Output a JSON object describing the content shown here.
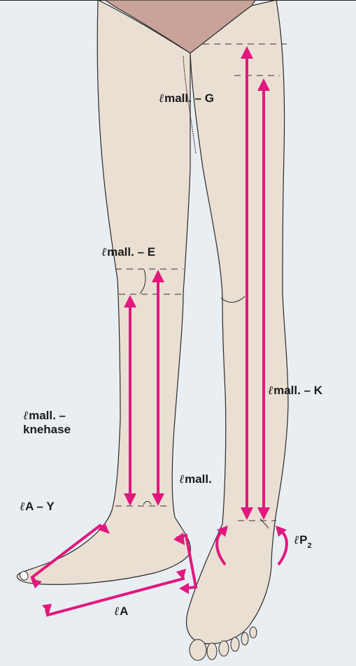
{
  "colors": {
    "background": "#e9eef3",
    "skin": "#eadfd3",
    "trunk": "#c9a39a",
    "arrow": "#e1187d",
    "outline": "#2a2a2a"
  },
  "labels": {
    "mall_g": "mall. – G",
    "mall_e": "mall. – E",
    "mall_knehase_1": "mall. –",
    "mall_knehase_2": "knehase",
    "mall_k": "mall. – K",
    "mall": "mall.",
    "a_y": "A – Y",
    "p2": "P",
    "p2_sub": "2",
    "a": "A",
    "ell": "ℓ"
  }
}
